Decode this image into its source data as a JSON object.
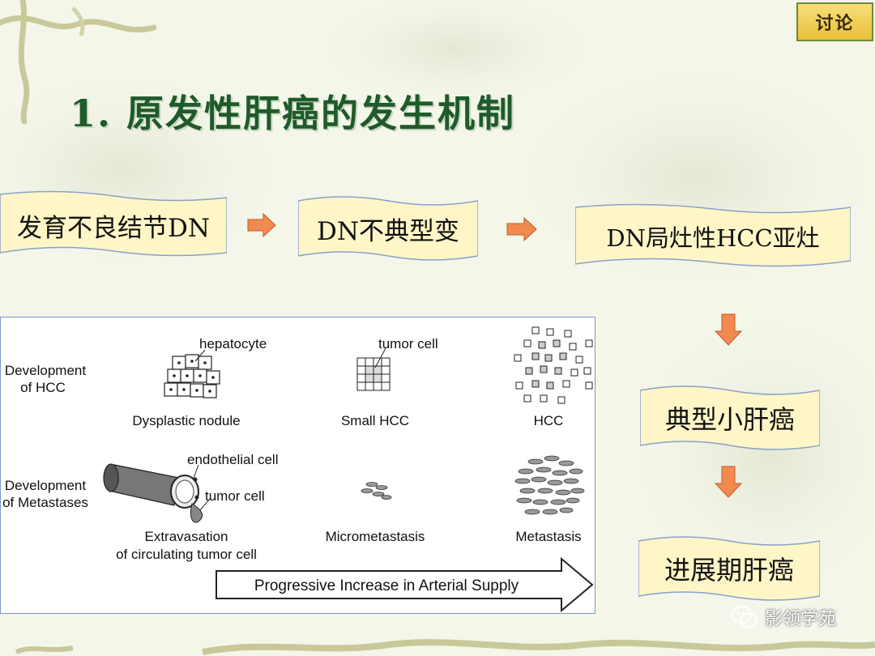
{
  "badge": "讨论",
  "title": "1. 原发性肝癌的发生机制",
  "flow": {
    "step1": "发育不良结节DN",
    "step2": "DN不典型变",
    "step3": "DN局灶性HCC亚灶",
    "step4": "典型小肝癌",
    "step5": "进展期肝癌"
  },
  "figure": {
    "row1_label": [
      "Development",
      "of HCC"
    ],
    "row2_label": [
      "Development",
      "of Metastases"
    ],
    "hepatocyte": "hepatocyte",
    "tumor_cell_1": "tumor cell",
    "dysplastic_nodule": "Dysplastic nodule",
    "small_hcc": "Small HCC",
    "hcc": "HCC",
    "endothelial_cell": "endothelial cell",
    "tumor_cell_2": "tumor cell",
    "extravasation": [
      "Extravasation",
      "of circulating tumor cell"
    ],
    "micrometastasis": "Micrometastasis",
    "metastasis": "Metastasis",
    "arrow_text": "Progressive Increase in Arterial Supply"
  },
  "watermark": "影领学苑",
  "colors": {
    "title": "#1f5a2a",
    "banner": "#fff6c8",
    "banner_border": "#8aa0c8",
    "arrow": "#f28a50"
  }
}
